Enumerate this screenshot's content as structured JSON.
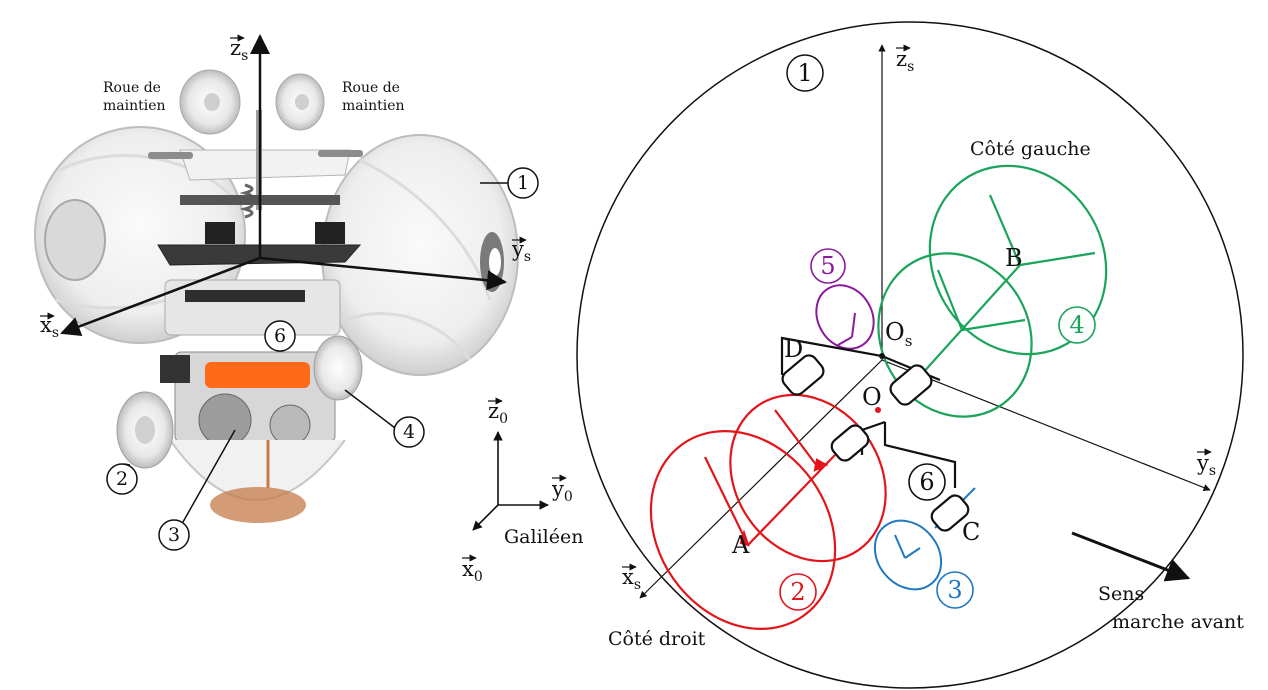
{
  "photo": {
    "wheel_left_line1": "Roue de",
    "wheel_left_line2": "maintien",
    "wheel_right_line1": "Roue de",
    "wheel_right_line2": "maintien",
    "axis_z": "z",
    "axis_z_sub": "s",
    "axis_y": "y",
    "axis_y_sub": "s",
    "axis_x": "x",
    "axis_x_sub": "s",
    "callouts": [
      "1",
      "6",
      "4",
      "2",
      "3"
    ]
  },
  "galilean": {
    "z": "z",
    "z_sub": "0",
    "y": "y",
    "y_sub": "0",
    "x": "x",
    "x_sub": "0",
    "label": "Galiléen"
  },
  "schematic": {
    "body_number": "1",
    "axis_z": "z",
    "axis_z_sub": "s",
    "axis_y": "y",
    "axis_y_sub": "s",
    "axis_x": "x",
    "axis_x_sub": "s",
    "left_side": "Côté gauche",
    "right_side": "Côté droit",
    "point_B": "B",
    "point_A": "A",
    "point_C": "C",
    "point_D": "D",
    "point_O": "O",
    "point_Os": "O",
    "point_Os_sub": "s",
    "part_5": "5",
    "part_4": "4",
    "part_6": "6",
    "part_2": "2",
    "part_3": "3",
    "direction_line1": "Sens",
    "direction_line2": "marche avant",
    "colors": {
      "red": "#e3151b",
      "green": "#1aa35a",
      "blue": "#1f78c1",
      "purple": "#8a1a9b",
      "black": "#111111"
    }
  }
}
